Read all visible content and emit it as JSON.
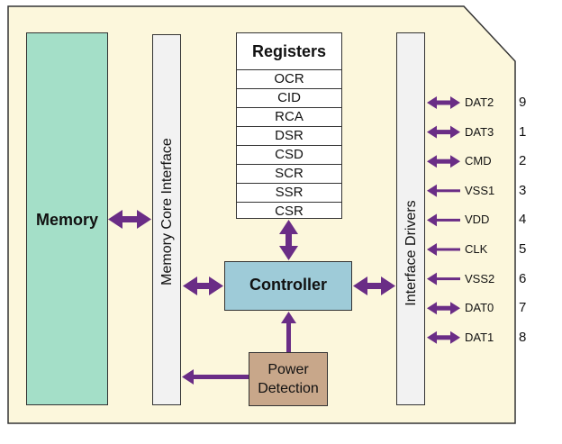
{
  "blocks": {
    "memory": "Memory",
    "memory_core_interface": "Memory Core Interface",
    "registers_title": "Registers",
    "registers": [
      "OCR",
      "CID",
      "RCA",
      "DSR",
      "CSD",
      "SCR",
      "SSR",
      "CSR"
    ],
    "controller": "Controller",
    "power_detection_line1": "Power",
    "power_detection_line2": "Detection",
    "interface_drivers": "Interface Drivers"
  },
  "pins": [
    {
      "name": "DAT2",
      "number": "9",
      "arrow": "bidirectional"
    },
    {
      "name": "DAT3",
      "number": "1",
      "arrow": "bidirectional"
    },
    {
      "name": "CMD",
      "number": "2",
      "arrow": "bidirectional"
    },
    {
      "name": "VSS1",
      "number": "3",
      "arrow": "inward"
    },
    {
      "name": "VDD",
      "number": "4",
      "arrow": "inward"
    },
    {
      "name": "CLK",
      "number": "5",
      "arrow": "inward"
    },
    {
      "name": "VSS2",
      "number": "6",
      "arrow": "inward"
    },
    {
      "name": "DAT0",
      "number": "7",
      "arrow": "bidirectional"
    },
    {
      "name": "DAT1",
      "number": "8",
      "arrow": "bidirectional"
    }
  ],
  "colors": {
    "card_fill": "#fcf7dc",
    "memory_fill": "#a4dfc8",
    "controller_fill": "#9ecbd8",
    "power_fill": "#c8a78a",
    "panel_fill": "#f2f2f2",
    "arrow": "#6a2d86"
  }
}
